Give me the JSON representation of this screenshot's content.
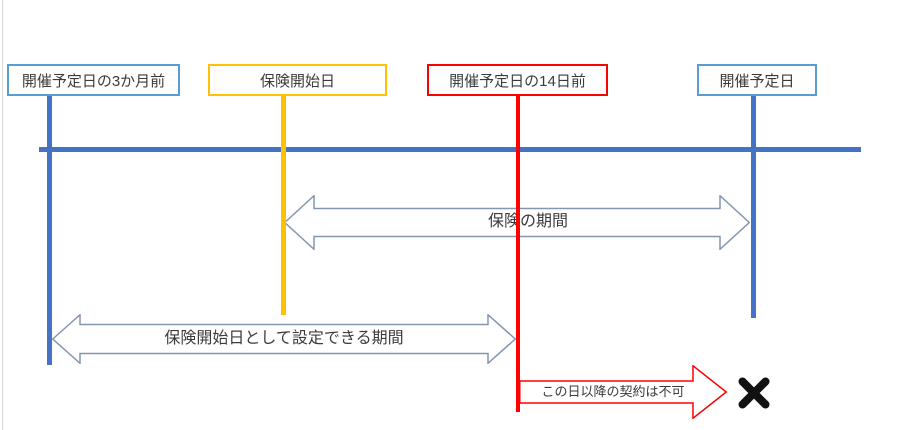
{
  "boxes": [
    {
      "id": "three-months-before",
      "label": "開催予定日の3か月前",
      "border_color": "#5B9BD5"
    },
    {
      "id": "insurance-start-date",
      "label": "保険開始日",
      "border_color": "#FFC000"
    },
    {
      "id": "fourteen-days-before",
      "label": "開催予定日の14日前",
      "border_color": "#FF0000"
    },
    {
      "id": "event-scheduled-date",
      "label": "開催予定日",
      "border_color": "#5B9BD5"
    }
  ],
  "arrows": [
    {
      "id": "insurance-period",
      "label": "保険の期間",
      "style": "double-headed",
      "outline_color": "#8496B0",
      "fill": "#ffffff"
    },
    {
      "id": "settable-period",
      "label": "保険開始日として設定できる期間",
      "style": "double-headed",
      "outline_color": "#8496B0",
      "fill": "#ffffff"
    },
    {
      "id": "no-contract-after",
      "label": "この日以降の契約は不可",
      "style": "single-right",
      "outline_color": "#FF0000",
      "fill": "#ffffff"
    }
  ],
  "marks": {
    "x_mark": "✖",
    "x_mark_color": "#111111"
  },
  "colors": {
    "timeline_blue": "#4472C4",
    "start_line_orange": "#FFC000",
    "deadline_line_red": "#FF0000",
    "light_box_blue": "#5B9BD5",
    "arrow_outline": "#8496B0"
  }
}
